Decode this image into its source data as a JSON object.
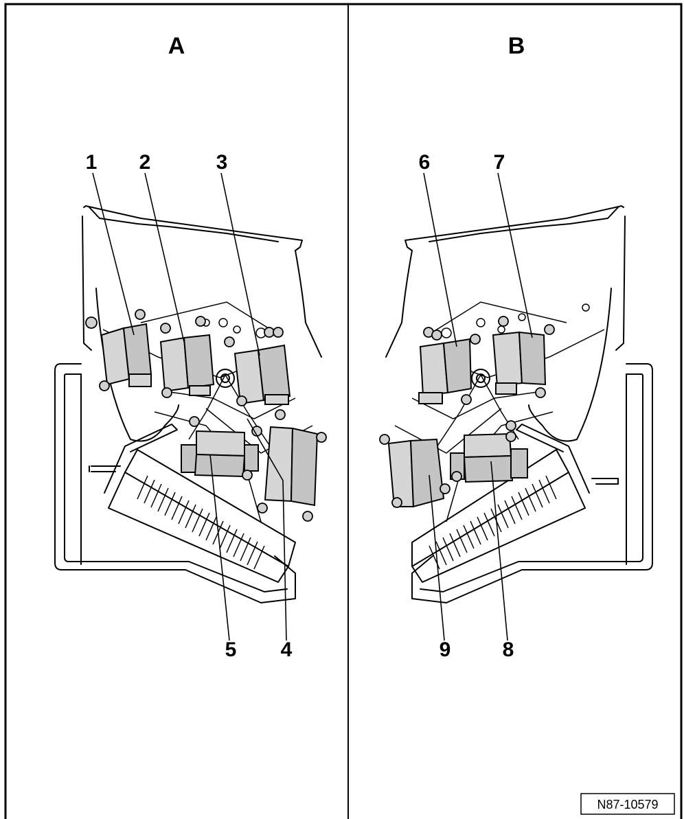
{
  "panels": [
    {
      "title": "A",
      "callouts": [
        "1",
        "2",
        "3",
        "4",
        "5"
      ]
    },
    {
      "title": "B",
      "callouts": [
        "6",
        "7",
        "8",
        "9"
      ]
    }
  ],
  "reference_code": "N87-10579"
}
